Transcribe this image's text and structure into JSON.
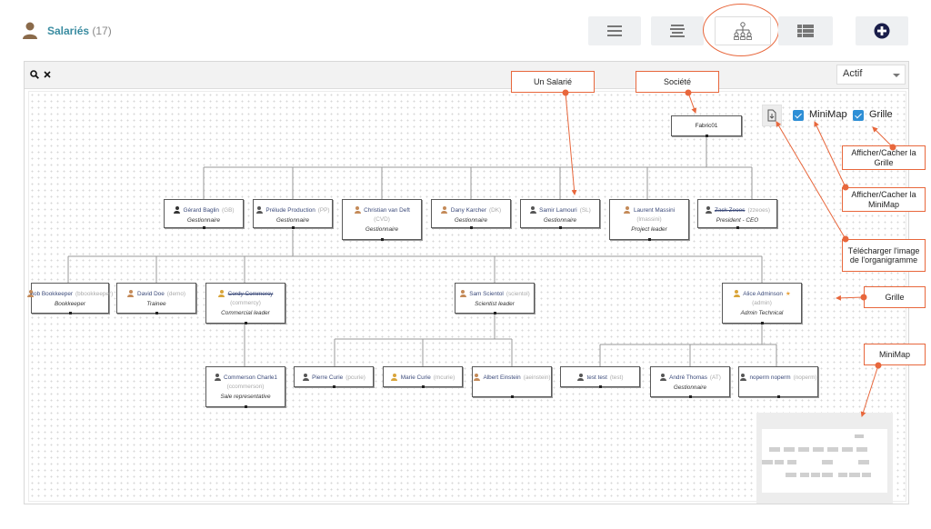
{
  "header": {
    "title": "Salariés",
    "count": "(17)",
    "view_buttons": [
      "list-view-icon",
      "compact-list-icon",
      "org-chart-icon",
      "grid-view-icon"
    ],
    "add_button_icon": "plus-circle-icon"
  },
  "toolbar": {
    "search_icon": "search-icon",
    "clear_icon": "close-icon",
    "status_select": "Actif"
  },
  "controls": {
    "download_icon": "download-icon",
    "minimap_label": "MiniMap",
    "grid_label": "Grille",
    "minimap_checked": true,
    "grid_checked": true
  },
  "org": {
    "company": "Fabric01",
    "level1": [
      {
        "name": "Gérard Baglin",
        "ini": "(GB)",
        "role": "Gestionnaire",
        "avatar": "photo"
      },
      {
        "name": "Prélude Production",
        "ini": "(PP)",
        "role": "Gestionnaire",
        "avatar": "dark"
      },
      {
        "name": "Christian van Deft",
        "ini": "(CVD)",
        "role": "Gestionnaire",
        "avatar": "male"
      },
      {
        "name": "Dany Karcher",
        "ini": "(DK)",
        "role": "Gestionnaire",
        "avatar": "male"
      },
      {
        "name": "Samir Lamouri",
        "ini": "(SL)",
        "role": "Gestionnaire",
        "avatar": "dark"
      },
      {
        "name": "Laurent Massini",
        "ini": "(lmassini)",
        "role": "Project leader",
        "avatar": "male"
      },
      {
        "name": "Zack Zeoes",
        "ini": "(zzeoes)",
        "role": "President - CEO",
        "avatar": "dark",
        "strike": true
      }
    ],
    "level2": [
      {
        "name": "Bob Bookkeeper",
        "ini": "(bbookkeeper)",
        "role": "Bookkeeper",
        "avatar": "male"
      },
      {
        "name": "David Doe",
        "ini": "(demo)",
        "role": "Trainee",
        "avatar": "male"
      },
      {
        "name": "Cordy Commercy",
        "ini": "(commercy)",
        "role": "Commercial leader",
        "avatar": "female",
        "strike": true
      },
      {
        "name": "Sam Scientol",
        "ini": "(scientol)",
        "role": "Scientist leader",
        "avatar": "male"
      },
      {
        "name": "Alice Adminson",
        "ini": "(admin)",
        "role": "Admin Technical",
        "avatar": "female",
        "star": "★"
      }
    ],
    "level3": [
      {
        "name": "Commerson Charle1",
        "ini": "(ccommerson)",
        "role": "Sale representative",
        "avatar": "dark"
      },
      {
        "name": "Pierre Curie",
        "ini": "(pcurie)",
        "role": "",
        "avatar": "dark"
      },
      {
        "name": "Marie Curie",
        "ini": "(mcurie)",
        "role": "",
        "avatar": "female"
      },
      {
        "name": "Albert Einstein",
        "ini": "(aeinstein)",
        "role": "",
        "avatar": "male"
      },
      {
        "name": "test test",
        "ini": "(test)",
        "role": "",
        "avatar": "dark"
      },
      {
        "name": "André Thomas",
        "ini": "(AT)",
        "role": "Gestionnaire",
        "avatar": "dark"
      },
      {
        "name": "noperm noperm",
        "ini": "(noperm)",
        "role": "",
        "avatar": "dark"
      }
    ]
  },
  "annotations": {
    "salarie": "Un Salarié",
    "societe": "Société",
    "grid_toggle": "Afficher/Cacher la Grille",
    "minimap_toggle": "Afficher/Cacher la MiniMap",
    "download": "Télécharger l'image de l'organigramme",
    "grid": "Grille",
    "minimap": "MiniMap"
  },
  "colors": {
    "accent": "#3a8ca1",
    "annotation": "#e8673c",
    "checkbox": "#2e8fd6",
    "add_button": "#1a1e4a"
  }
}
